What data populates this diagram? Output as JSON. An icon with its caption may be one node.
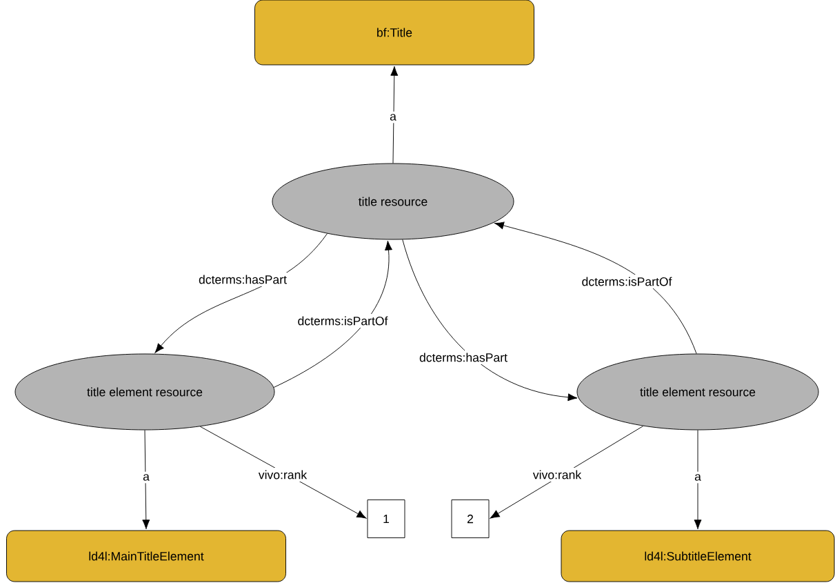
{
  "diagram": {
    "nodes": [
      {
        "text": [
          "bf:Title"
        ]
      },
      {
        "text": [
          "title resource"
        ]
      },
      {
        "text": [
          "title element resource"
        ]
      },
      {
        "text": [
          "title element resource"
        ]
      },
      {
        "text": [
          "ld4l:MainTitleElement"
        ]
      },
      {
        "text": [
          "1"
        ]
      },
      {
        "text": [
          "2"
        ]
      },
      {
        "text": [
          "ld4l:SubtitleElement"
        ]
      }
    ],
    "edges": [
      {
        "from": 1,
        "to": 0,
        "arrow": "to",
        "label": "a"
      },
      {
        "from": 1,
        "to": 2,
        "arrow": "to",
        "label": "dcterms:hasPart"
      },
      {
        "from": 2,
        "to": 1,
        "arrow": "to",
        "label": "dcterms:isPartOf"
      },
      {
        "from": 1,
        "to": 3,
        "arrow": "to",
        "label": "dcterms:hasPart"
      },
      {
        "from": 3,
        "to": 1,
        "arrow": "to",
        "label": "dcterms:isPartOf"
      },
      {
        "from": 2,
        "to": 4,
        "arrow": "to",
        "label": "a"
      },
      {
        "from": 2,
        "to": 5,
        "arrow": "to",
        "label": "vivo:rank"
      },
      {
        "from": 3,
        "to": 6,
        "arrow": "to",
        "label": "vivo:rank"
      },
      {
        "from": 3,
        "to": 7,
        "arrow": "to",
        "label": "a"
      }
    ]
  }
}
